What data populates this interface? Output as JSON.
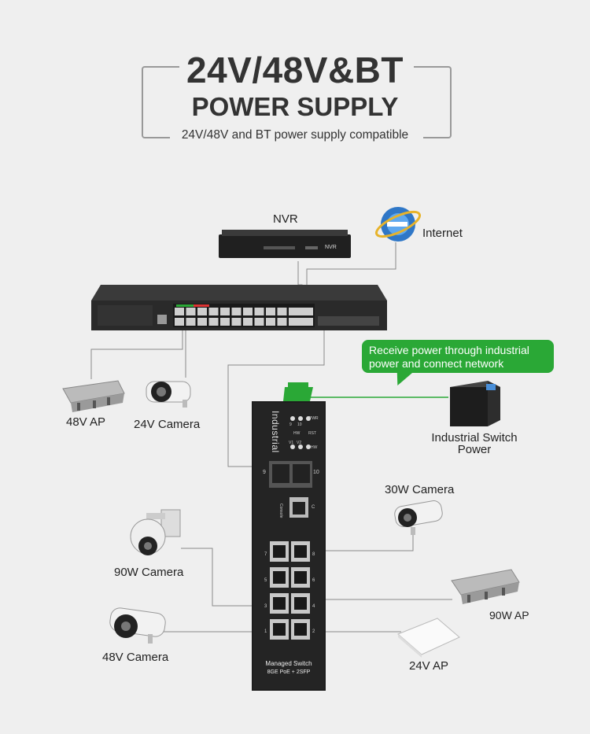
{
  "header": {
    "title_line1": "24V/48V&BT",
    "title_line2": "POWER SUPPLY",
    "subtitle": "24V/48V and BT power supply compatible"
  },
  "devices": {
    "nvr": "NVR",
    "nvr_panel_text": "NVR",
    "internet": "Internet",
    "ap_48v": "48V AP",
    "camera_24v": "24V Camera",
    "industrial_power": "Industrial Switch\nPower",
    "camera_30w": "30W Camera",
    "camera_90w": "90W Camera",
    "ap_90w": "90W AP",
    "camera_48v": "48V Camera",
    "ap_24v": "24V AP"
  },
  "callout": {
    "line1": "Receive power  through industrial",
    "line2": "power and connect network"
  },
  "switch_panel": {
    "brand": "Industrial",
    "led_9": "9",
    "led_10": "10",
    "led_pwr": "PWR",
    "led_hw": "HW",
    "led_rst": "RST",
    "led_v1": "V1",
    "led_v2": "V2",
    "sfp_left": "9",
    "sfp_right": "10",
    "console": "Console",
    "port_labels": [
      "7",
      "8",
      "5",
      "6",
      "3",
      "4",
      "1",
      "2"
    ],
    "model_line1": "Managed Switch",
    "model_line2": "8GE PoE + 2SFP"
  },
  "colors": {
    "background": "#efefef",
    "accent_green": "#2aa836",
    "switch_body": "#1e1e1e"
  }
}
